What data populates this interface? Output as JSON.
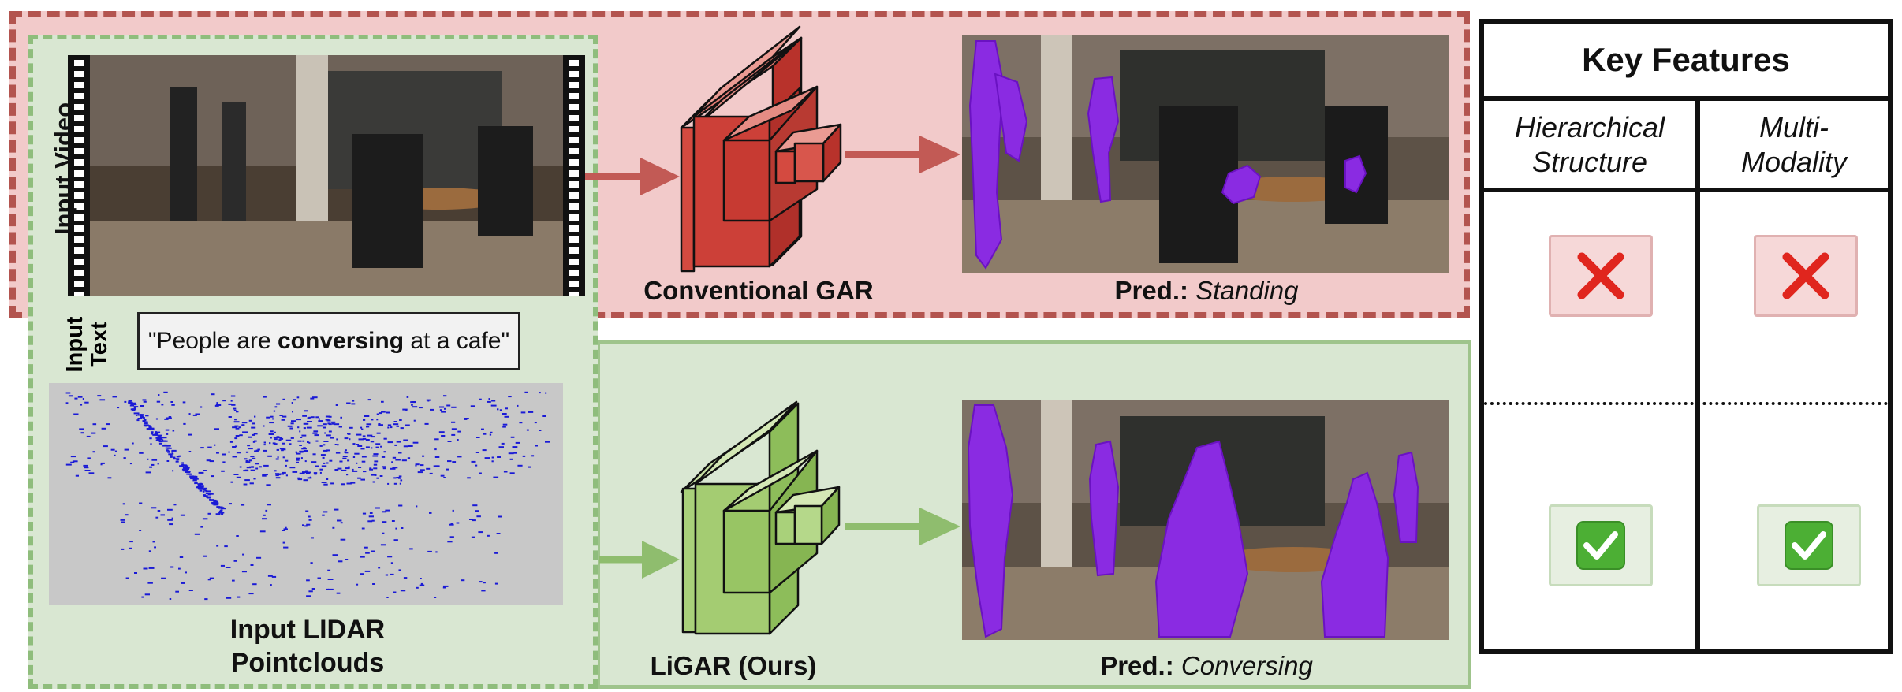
{
  "input_video_label": "Input Video",
  "input_text_label": "Input Text",
  "input_text_quote_before": "\"People are ",
  "input_text_quote_bold": "conversing",
  "input_text_quote_after": " at a cafe\"",
  "lidar_label_line1": "Input LIDAR",
  "lidar_label_line2": "Pointclouds",
  "conventional_label": "Conventional GAR",
  "ligar_label": "LiGAR (Ours)",
  "pred_top_prefix": "Pred.:",
  "pred_top_value": "Standing",
  "pred_bottom_prefix": "Pred.:",
  "pred_bottom_value": "Conversing",
  "table": {
    "title": "Key Features",
    "col1_line1": "Hierarchical",
    "col1_line2": "Structure",
    "col2_line1": "Multi-",
    "col2_line2": "Modality",
    "rows": [
      {
        "method": "Conventional GAR",
        "hierarchical": "no",
        "multimodal": "no"
      },
      {
        "method": "LiGAR (Ours)",
        "hierarchical": "yes",
        "multimodal": "yes"
      }
    ]
  },
  "colors": {
    "red_region": "#f2caca",
    "red_border": "#b3544f",
    "green_region": "#d9e7d2",
    "green_border": "#8fbd7c",
    "segmentation": "#8a2be2",
    "lidar_points": "#1a1ad6"
  }
}
